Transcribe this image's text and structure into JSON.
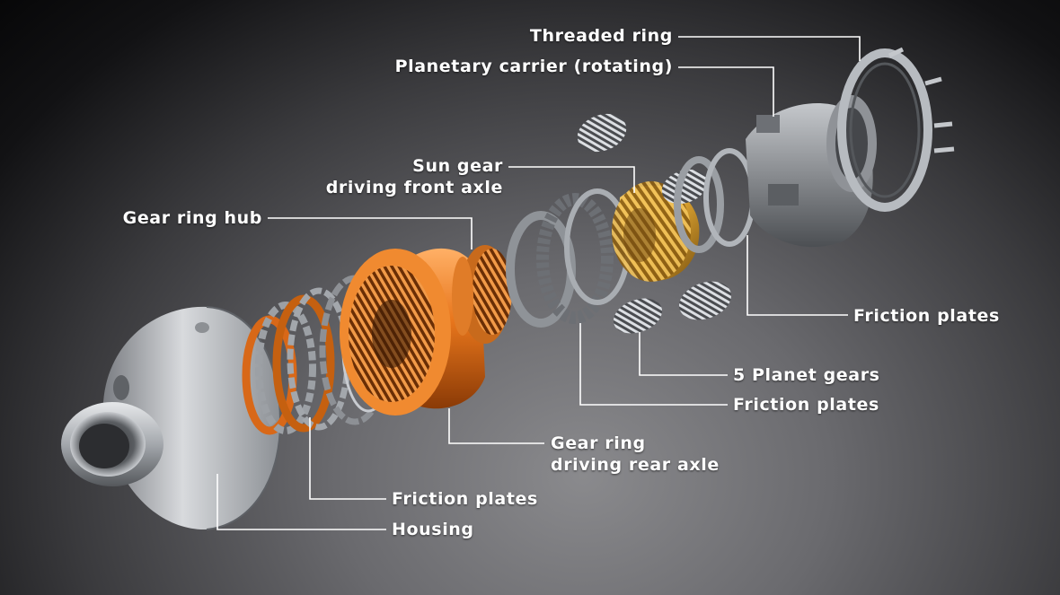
{
  "labels": {
    "threaded_ring": "Threaded ring",
    "planetary_carrier": "Planetary carrier (rotating)",
    "sun_gear_line1": "Sun gear",
    "sun_gear_line2": "driving front axle",
    "gear_ring_hub": "Gear ring hub",
    "friction_plates_right": "Friction plates",
    "planet_gears": "5 Planet gears",
    "friction_plates_middle": "Friction plates",
    "gear_ring_line1": "Gear ring",
    "gear_ring_line2": "driving rear axle",
    "friction_plates_left": "Friction plates",
    "housing": "Housing"
  },
  "colors": {
    "orange_gear_ring": "#e8761c",
    "gold_sun_gear": "#d8a030",
    "steel": "#b8bcc2",
    "leader_lines": "#ffffff"
  }
}
